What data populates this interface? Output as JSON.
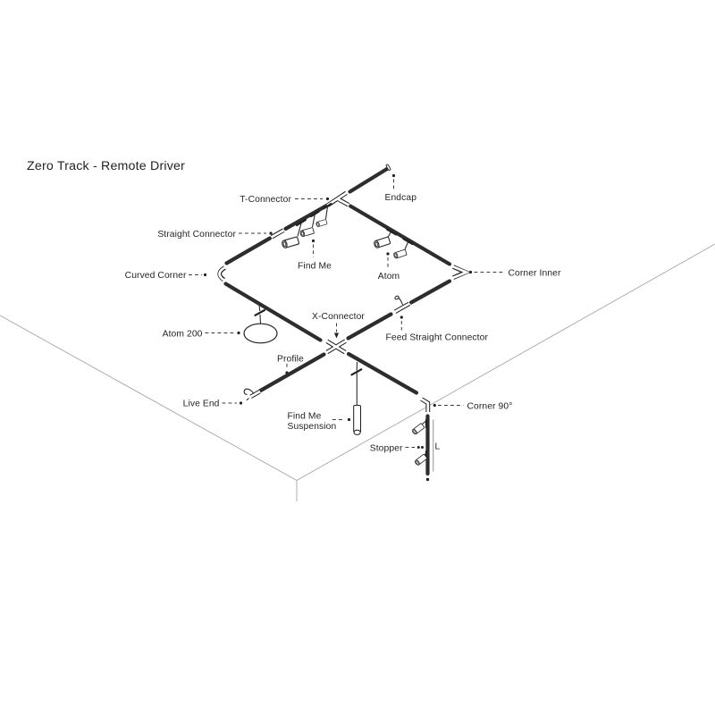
{
  "title": "Zero Track - Remote Driver",
  "diagram": {
    "labels": {
      "t_connector": "T-Connector",
      "endcap": "Endcap",
      "straight_connector": "Straight Connector",
      "find_me": "Find Me",
      "atom": "Atom",
      "curved_corner": "Curved Corner",
      "corner_inner": "Corner Inner",
      "atom_200": "Atom 200",
      "x_connector": "X-Connector",
      "feed_straight_connector": "Feed Straight Connector",
      "profile": "Profile",
      "live_end": "Live End",
      "find_me_suspension_line1": "Find Me",
      "find_me_suspension_line2": "Suspension",
      "corner_90": "Corner 90°",
      "stopper": "Stopper",
      "length_marker": "L"
    },
    "colors": {
      "track": "#2d2d2d",
      "leader": "#3a3a3a",
      "wall_line": "#a6a6a6",
      "text": "#231f20",
      "background": "#ffffff"
    }
  }
}
